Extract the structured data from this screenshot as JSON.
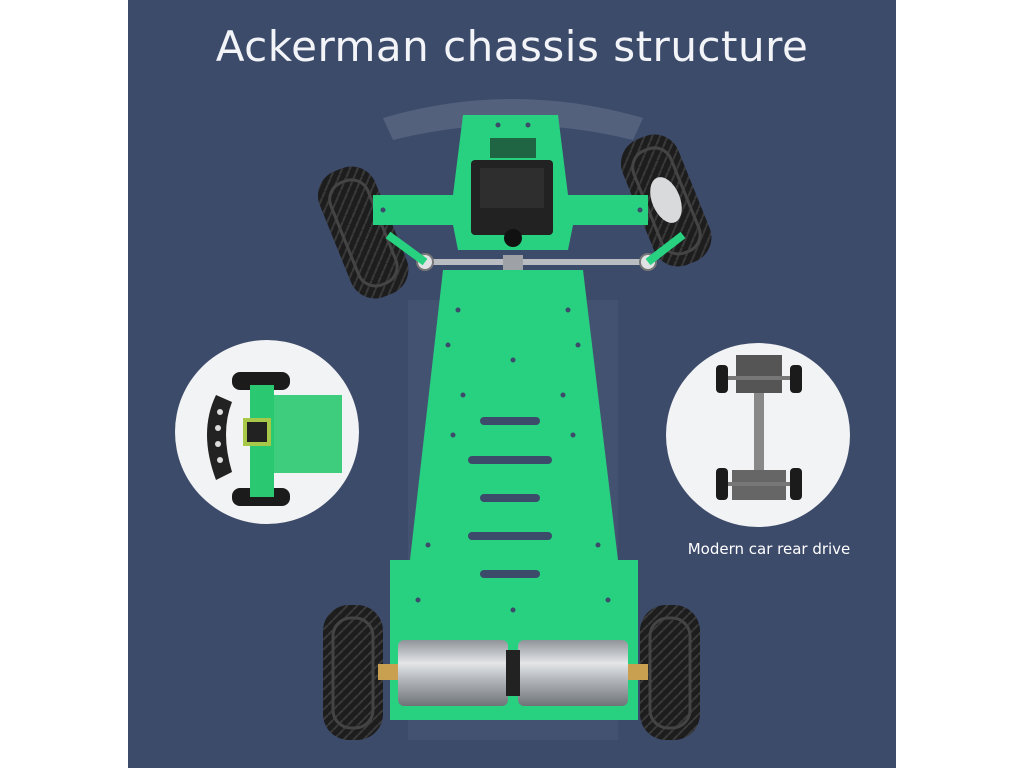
{
  "title": "Ackerman chassis structure",
  "caption_right": "Modern car rear drive",
  "colors": {
    "background": "#3d4b6b",
    "chassis_green": "#27d17f",
    "tire": "#1b1b1b",
    "motor_silver": "#c9ccd0"
  },
  "icons": {
    "left_inset": "steering-servo-closeup-photo",
    "right_inset": "car-drivetrain-photo"
  }
}
